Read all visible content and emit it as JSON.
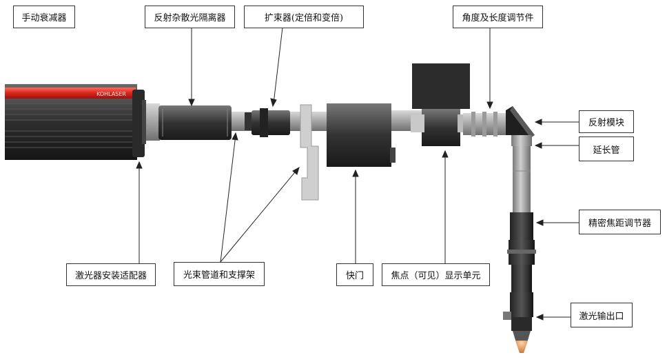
{
  "brand_mark": "KOHLASER",
  "labels": {
    "manual_attenuator": "手动衰减器",
    "reflection_isolator": "反射杂散光隔离器",
    "beam_expander": "扩束器(定倍和变倍)",
    "angle_length_adjuster": "角度及长度调节件",
    "reflection_module": "反射模块",
    "extension_tube": "延长管",
    "precision_focus_adjuster": "精密焦距调节器",
    "laser_output": "激光输出口",
    "laser_mount_adapter": "激光器安装适配器",
    "beam_tube_support": "光束管道和支撑架",
    "shutter": "快门",
    "focus_display_unit": "焦点（可见）显示单元"
  }
}
